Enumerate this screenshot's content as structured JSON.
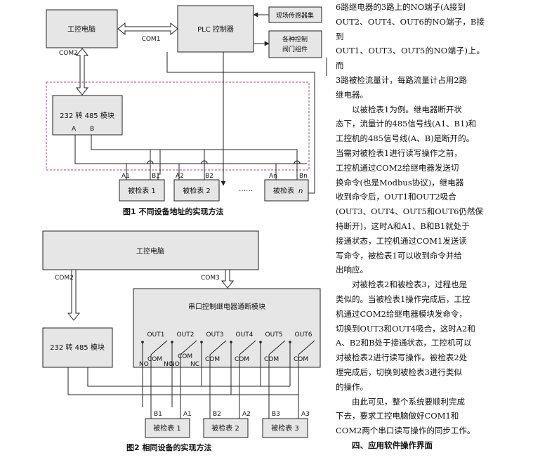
{
  "fig1": {
    "computer": "工控电脑",
    "plc": "PLC 控制器",
    "sensor": "现场传感器集",
    "valve_line1": "各种控制",
    "valve_line2": "阀门组件",
    "com1": "COM1",
    "com2": "COM2",
    "converter": "232 转 485 模块",
    "conv_a": "A",
    "conv_b": "B",
    "meter1": "被检表 1",
    "meter2": "被检表 2",
    "meter_n": "被检表 ",
    "meter_n_var": "n",
    "dots": "……",
    "a1": "A1",
    "b1": "B1",
    "a2": "A2",
    "b2": "B2",
    "an": "An",
    "bn": "Bn",
    "caption": "图1   不同设备地址的实现方法"
  },
  "fig2": {
    "computer": "工控电脑",
    "com2": "COM2",
    "com3": "COM3",
    "converter": "232 转 485 模块",
    "relay_title": "串口控制继电器通断模块",
    "outs": [
      "OUT1",
      "OUT2",
      "OUT3",
      "OUT4",
      "OUT5",
      "OUT6"
    ],
    "com": "COM",
    "no": "NO",
    "nc": "NC",
    "meter1": "被检表 1",
    "meter2": "被检表 2",
    "meter3": "被检表 3",
    "b1": "B1",
    "a1": "A1",
    "b2": "B2",
    "a2": "A2",
    "b3": "B3",
    "a3": "A3",
    "caption": "图2   相同设备的实现方法"
  },
  "body_text": {
    "lines_p1": [
      "6路继电器的3路上的NO端子(A接到",
      "OUT2、OUT4、OUT6的NO端子，B接到",
      "OUT1、OUT3、OUT5的NO端子)上。而",
      "3路被检流量计，每路流量计占用2路",
      "继电器。"
    ],
    "lines_p2": [
      "以被检表1为例。继电器断开状",
      "态下，流量计的485信号线(A1、B1)和",
      "工控机的485信号线(A、B)是断开的。",
      "当需对被检表1进行读写操作之前，",
      "工控机通过COM2给继电器发送切",
      "换命令(也是Modbus协议)，继电器",
      "收到命令后，OUT1和OUT2吸合",
      "(OUT3、OUT4、OUT5和OUT6仍然保",
      "持断开)，这时A和A1、B和B1就处于",
      "接通状态，工控机通过COM1发送读",
      "写命令，被检表1可以收到命令并给",
      "出响应。"
    ],
    "lines_p3": [
      "对被检表2和被检表3，过程也是",
      "类似的。当被检表1操作完成后，工控",
      "机通过COM2给继电器模块发命令，",
      "切换到OUT3和OUT4吸合，这时A2和",
      "A、B2和B处于接通状态，工控机可以",
      "对被检表2进行读写操作。被检表2处",
      "理完成后，切换到被检表3进行类似",
      "的操作。"
    ],
    "lines_p4": [
      "由此可见，整个系统要顺利完成",
      "下去，要求工控电脑做好COM1和",
      "COM2两个串口读写操作的同步工作。"
    ],
    "heading": "四、应用软件操作界面"
  }
}
